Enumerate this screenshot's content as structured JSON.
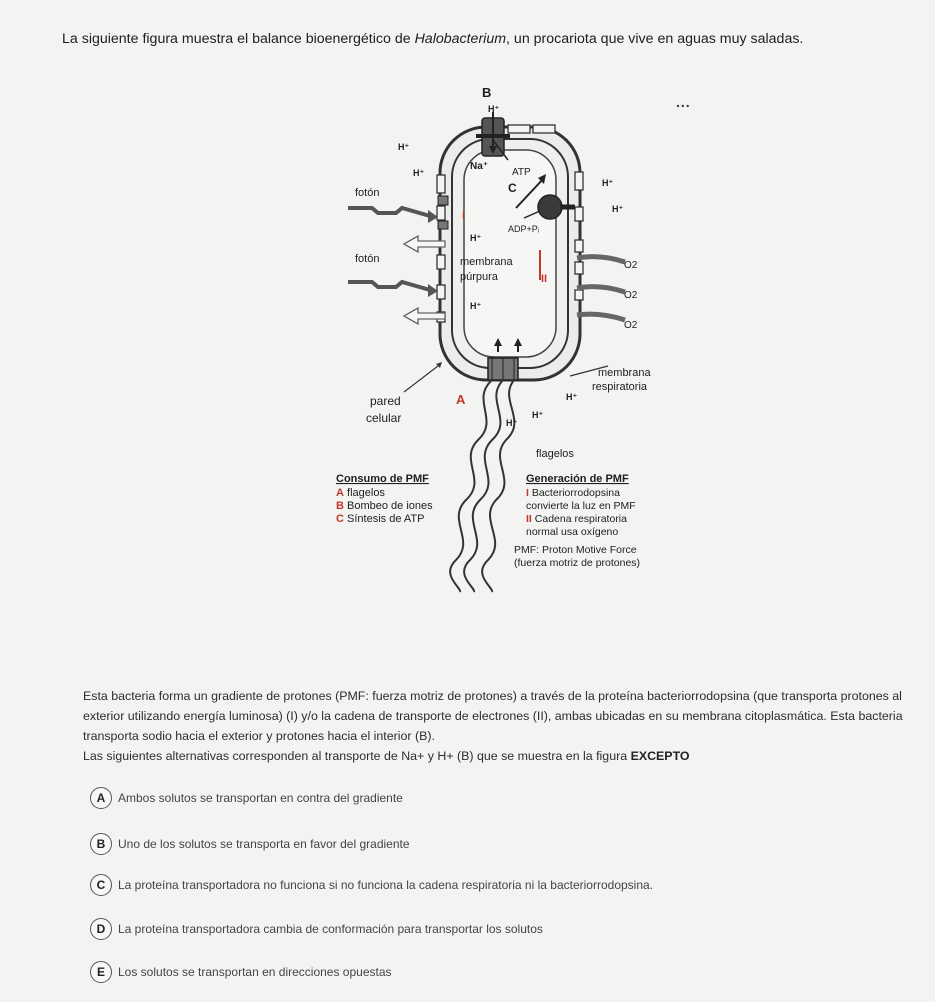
{
  "question": {
    "intro_prefix": "La siguiente figura muestra el balance bioenergético de ",
    "intro_italic": "Halobacterium",
    "intro_suffix": ", un procariota que vive en aguas muy saladas.",
    "paragraph": "Esta bacteria forma un gradiente de protones (PMF: fuerza motriz de protones) a través de la proteína bacteriorrodopsina (que transporta protones al exterior utilizando energía luminosa) (I) y/o la cadena de transporte de electrones (II), ambas ubicadas en su membrana citoplasmática. Esta bacteria transporta sodio hacia el exterior y protones hacia el interior (B).",
    "prompt_prefix": "Las siguientes alternativas corresponden al transporte de Na+ y H+ (B) que se muestra en la figura ",
    "prompt_emph": "EXCEPTO"
  },
  "figure": {
    "ellipsis": "...",
    "labels": {
      "B": "B",
      "A": "A",
      "C": "C",
      "I": "I",
      "II": "II",
      "hplus": "H⁺",
      "na": "Na⁺",
      "atp": "ATP",
      "adp": "ADP+Pᵢ",
      "foton1": "fotón",
      "foton2": "fotón",
      "membrana_purpura_1": "membrana",
      "membrana_purpura_2": "púrpura",
      "o2": "O2",
      "membrana_resp_1": "membrana",
      "membrana_resp_2": "respiratoria",
      "pared_1": "pared",
      "pared_2": "celular",
      "flagelos": "flagelos"
    },
    "legend_consumo": {
      "title": "Consumo de PMF",
      "items": [
        {
          "key": "A",
          "text": "flagelos"
        },
        {
          "key": "B",
          "text": "Bombeo de iones"
        },
        {
          "key": "C",
          "text": "Síntesis de ATP"
        }
      ]
    },
    "legend_generacion": {
      "title": "Generación de PMF",
      "line1_key": "I",
      "line1": "Bacteriorrodopsina",
      "line2": "convierte la luz en PMF",
      "line3_key": "II",
      "line3": "Cadena respiratoria",
      "line4": "normal usa oxígeno",
      "line5": "PMF: Proton Motive Force",
      "line6": "(fuerza motriz de protones)"
    },
    "colors": {
      "accent_red": "#c0392b",
      "line": "#333333",
      "grey": "#8a8a8a"
    }
  },
  "options": [
    {
      "letter": "A",
      "text": "Ambos solutos se transportan en contra del gradiente"
    },
    {
      "letter": "B",
      "text": "Uno de los solutos se transporta en favor del gradiente"
    },
    {
      "letter": "C",
      "text": "La proteína transportadora no funciona si no funciona la cadena respiratoria ni la bacteriorrodopsina."
    },
    {
      "letter": "D",
      "text": "La proteína transportadora cambia de conformación para transportar los solutos"
    },
    {
      "letter": "E",
      "text": "Los solutos se transportan en direcciones opuestas"
    }
  ]
}
